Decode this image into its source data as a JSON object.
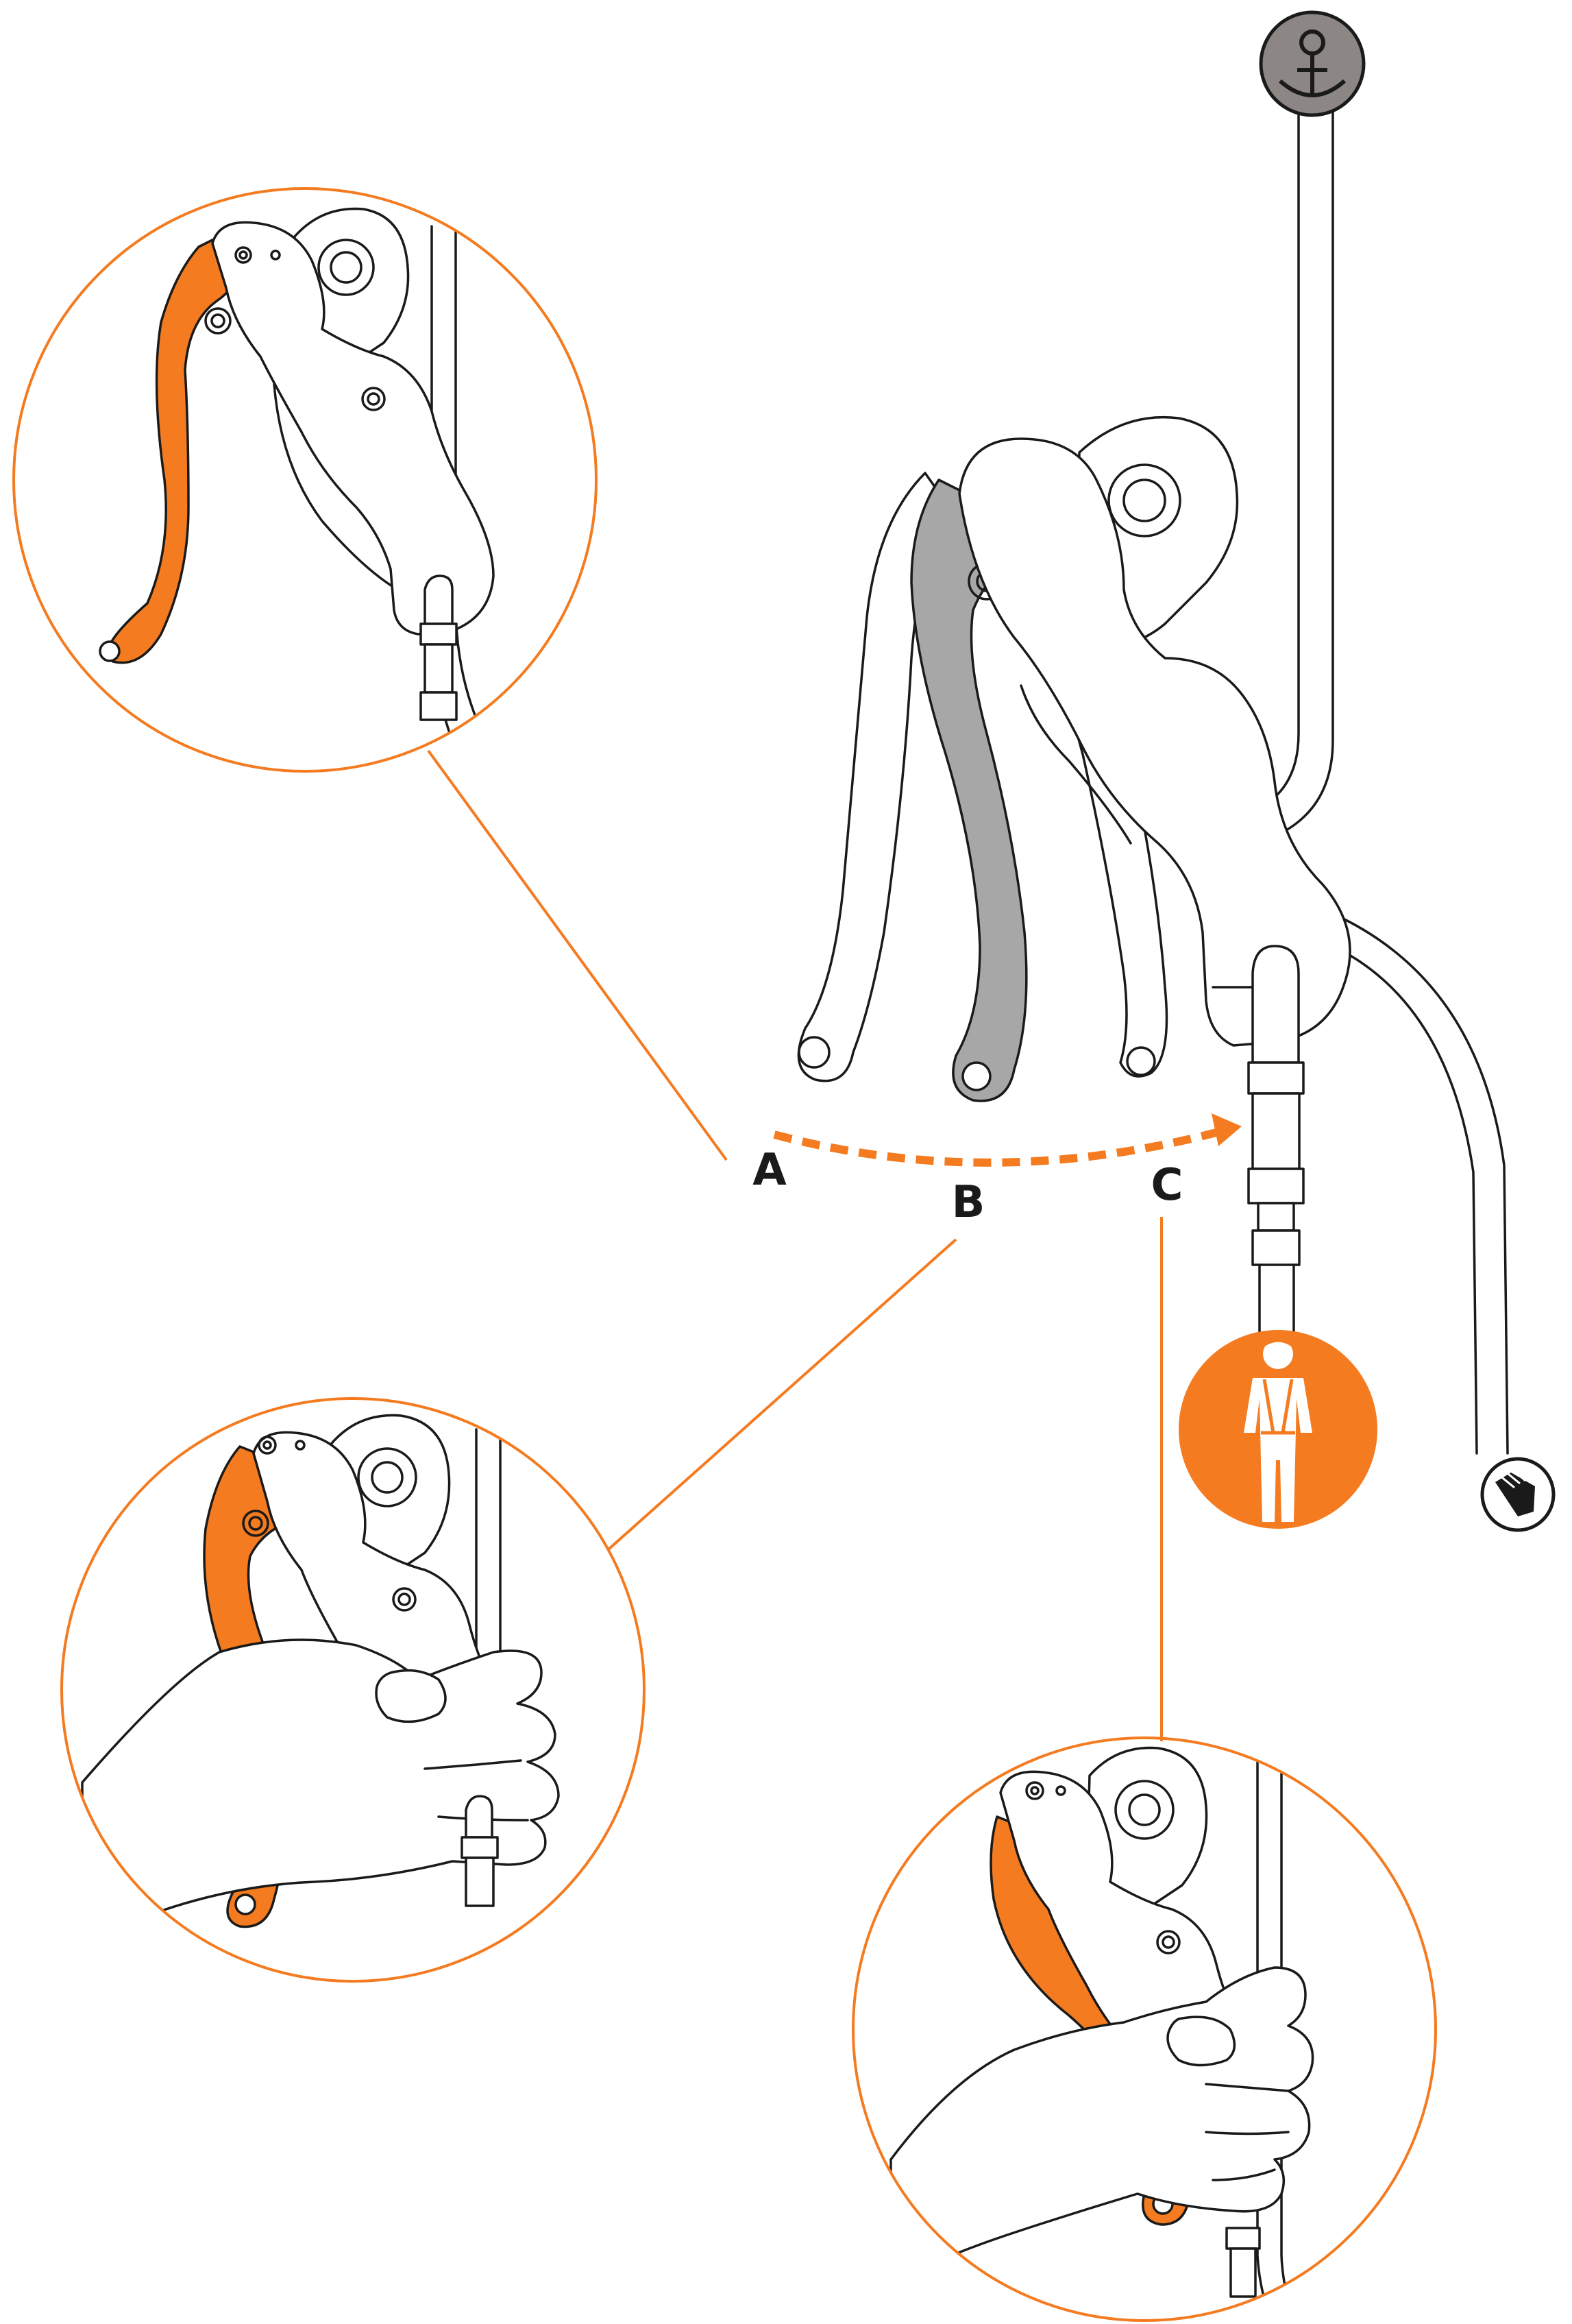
{
  "labels": {
    "a": "A",
    "b": "B",
    "c": "C"
  },
  "icons": {
    "anchor": "anchor-icon",
    "climber": "climber-harness-icon",
    "glove": "gloved-hand-icon"
  },
  "colors": {
    "accent": "#f47b20",
    "lever_position_b": "#a7a7a7",
    "anchor_badge": "#8c8685",
    "outline": "#1a1a1a"
  }
}
